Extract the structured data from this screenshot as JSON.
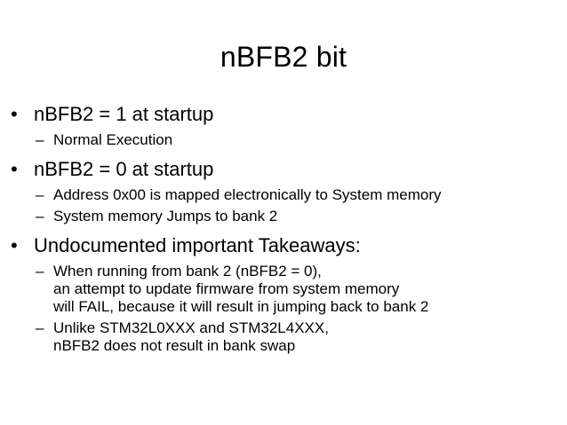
{
  "slide": {
    "title": "nBFB2 bit",
    "bullets": [
      {
        "text": "nBFB2 = 1 at startup",
        "sub": [
          {
            "lines": [
              "Normal Execution"
            ]
          }
        ]
      },
      {
        "text": "nBFB2 = 0 at startup",
        "sub": [
          {
            "lines": [
              "Address 0x00 is mapped electronically to System memory"
            ]
          },
          {
            "lines": [
              "System memory Jumps to bank 2"
            ]
          }
        ]
      },
      {
        "text": "Undocumented important Takeaways:",
        "sub": [
          {
            "lines": [
              "When running from bank 2 (nBFB2 = 0),",
              "an attempt to update firmware from system memory",
              "will FAIL, because it will result in jumping back to bank 2"
            ]
          },
          {
            "lines": [
              "Unlike STM32L0XXX and STM32L4XXX,",
              "nBFB2 does not result in bank swap"
            ]
          }
        ]
      }
    ],
    "bullet_glyph": "•",
    "dash_glyph": "–"
  }
}
